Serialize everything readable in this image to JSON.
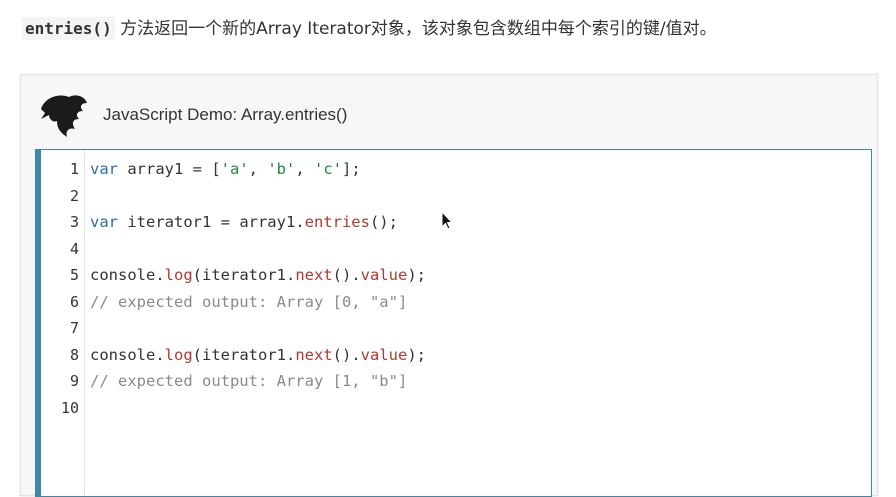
{
  "intro": {
    "code": "entries()",
    "text": " 方法返回一个新的Array Iterator对象，该对象包含数组中每个索引的键/值对。"
  },
  "demo": {
    "title": "JavaScript Demo: Array.entries()"
  },
  "editor": {
    "line_numbers": [
      "1",
      "2",
      "3",
      "4",
      "5",
      "6",
      "7",
      "8",
      "9",
      "10"
    ],
    "lines": [
      [
        {
          "t": "var",
          "c": "kw"
        },
        {
          "t": " array1 = [",
          "c": ""
        },
        {
          "t": "'a'",
          "c": "str"
        },
        {
          "t": ", ",
          "c": ""
        },
        {
          "t": "'b'",
          "c": "str"
        },
        {
          "t": ", ",
          "c": ""
        },
        {
          "t": "'c'",
          "c": "str"
        },
        {
          "t": "];",
          "c": ""
        }
      ],
      [],
      [
        {
          "t": "var",
          "c": "kw"
        },
        {
          "t": " iterator1 = array1.",
          "c": ""
        },
        {
          "t": "entries",
          "c": "fn"
        },
        {
          "t": "();",
          "c": ""
        }
      ],
      [],
      [
        {
          "t": "console.",
          "c": ""
        },
        {
          "t": "log",
          "c": "fn"
        },
        {
          "t": "(iterator1.",
          "c": ""
        },
        {
          "t": "next",
          "c": "fn"
        },
        {
          "t": "().",
          "c": ""
        },
        {
          "t": "value",
          "c": "fn"
        },
        {
          "t": ");",
          "c": ""
        }
      ],
      [
        {
          "t": "// expected output: Array [0, \"a\"]",
          "c": "cm"
        }
      ],
      [],
      [
        {
          "t": "console.",
          "c": ""
        },
        {
          "t": "log",
          "c": "fn"
        },
        {
          "t": "(iterator1.",
          "c": ""
        },
        {
          "t": "next",
          "c": "fn"
        },
        {
          "t": "().",
          "c": ""
        },
        {
          "t": "value",
          "c": "fn"
        },
        {
          "t": ");",
          "c": ""
        }
      ],
      [
        {
          "t": "// expected output: Array [1, \"b\"]",
          "c": "cm"
        }
      ],
      []
    ]
  },
  "colors": {
    "editor_border": "#3f87a6",
    "keyword": "#2a6db0",
    "string": "#1e8a3a",
    "function": "#b03a2e",
    "comment": "#8a8a8a"
  },
  "icons": {
    "logo": "dinosaur-head-logo",
    "cursor": "mouse-pointer-icon"
  }
}
